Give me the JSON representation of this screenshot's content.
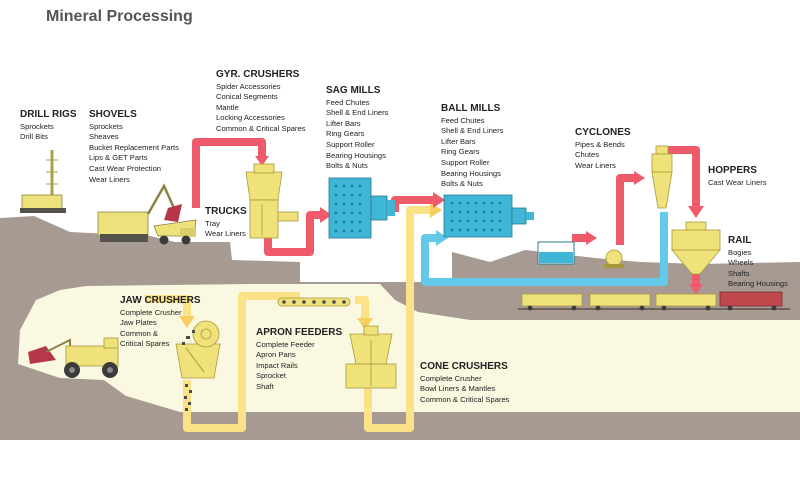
{
  "title": "Mineral Processing",
  "colors": {
    "ground": "#a79a92",
    "tunnel": "#fbf8e2",
    "equipment_yellow": "#f0e27a",
    "equipment_blue": "#3fb6d6",
    "flow_red": "#ef5b6a",
    "flow_blue": "#63c9e8",
    "flow_yellow": "#fbe287"
  },
  "groups": [
    {
      "id": "drill-rigs",
      "title": "DRILL RIGS",
      "items": [
        "Sprockets",
        "Drill Bits"
      ]
    },
    {
      "id": "shovels",
      "title": "SHOVELS",
      "items": [
        "Sprockets",
        "Sheaves",
        "Bucket Replacement Parts",
        "Lips & GET Parts",
        "Cast Wear Protection",
        "Wear Liners"
      ]
    },
    {
      "id": "gyr-crushers",
      "title": "GYR. CRUSHERS",
      "items": [
        "Spider Accessories",
        "Conical Segments",
        "Mantle",
        "Locking Accessories",
        "Common & Critical Spares"
      ]
    },
    {
      "id": "trucks",
      "title": "TRUCKS",
      "items": [
        "Tray",
        "Wear Liners"
      ]
    },
    {
      "id": "sag-mills",
      "title": "SAG MILLS",
      "items": [
        "Feed Chutes",
        "Shell & End Liners",
        "Lifter Bars",
        "Ring Gears",
        "Support Roller",
        "Bearing Housings",
        "Bolts & Nuts"
      ]
    },
    {
      "id": "ball-mills",
      "title": "BALL MILLS",
      "items": [
        "Feed Chutes",
        "Shell & End Liners",
        "Lifter Bars",
        "Ring Gears",
        "Support Roller",
        "Bearing Housings",
        "Bolts & Nuts"
      ]
    },
    {
      "id": "cyclones",
      "title": "CYCLONES",
      "items": [
        "Pipes & Bends",
        "Chutes",
        "Wear Liners"
      ]
    },
    {
      "id": "hoppers",
      "title": "HOPPERS",
      "items": [
        "Cast Wear Liners"
      ]
    },
    {
      "id": "rail",
      "title": "RAIL",
      "items": [
        "Bogies",
        "Wheels",
        "Shafts",
        "Bearing Housings"
      ]
    },
    {
      "id": "jaw-crushers",
      "title": "JAW CRUSHERS",
      "items": [
        "Complete Crusher",
        "Jaw Plates",
        "Common &",
        "Critical Spares"
      ]
    },
    {
      "id": "apron-feeders",
      "title": "APRON FEEDERS",
      "items": [
        "Complete Feeder",
        "Apron Pans",
        "Impact Rails",
        "Sprocket",
        "Shaft"
      ]
    },
    {
      "id": "cone-crushers",
      "title": "CONE CRUSHERS",
      "items": [
        "Complete Crusher",
        "Bowl Liners & Mantles",
        "Common & Critical Spares"
      ]
    }
  ]
}
